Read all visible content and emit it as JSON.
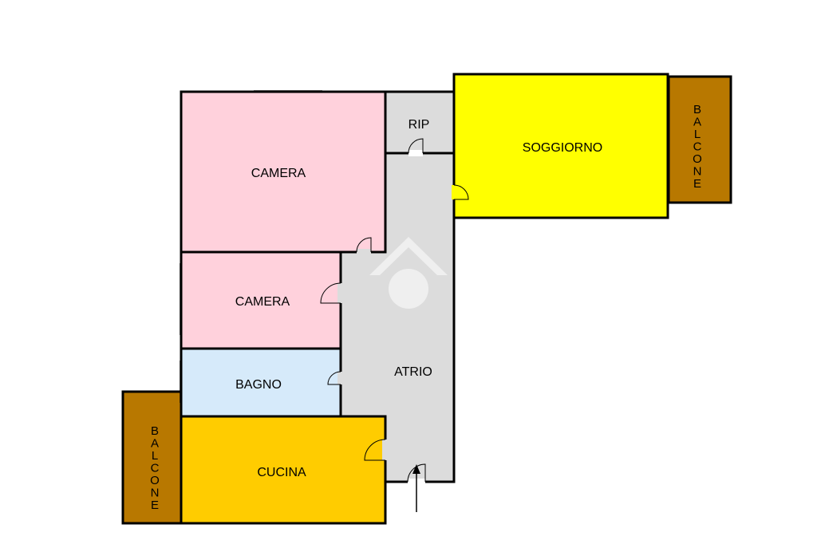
{
  "rooms": {
    "camera_large": {
      "label": "CAMERA",
      "color": "#FFD1DC"
    },
    "camera_small": {
      "label": "CAMERA",
      "color": "#FFD1DC"
    },
    "bagno": {
      "label": "BAGNO",
      "color": "#D6EAFA"
    },
    "cucina": {
      "label": "CUCINA",
      "color": "#FFCC00"
    },
    "atrio": {
      "label": "ATRIO",
      "color": "#DCDCDC"
    },
    "rip": {
      "label": "RIP",
      "color": "#DCDCDC"
    },
    "soggiorno": {
      "label": "SOGGIORNO",
      "color": "#FFFF00"
    },
    "balcone_right": {
      "letters": [
        "B",
        "A",
        "L",
        "C",
        "O",
        "N",
        "E"
      ],
      "color": "#B87800"
    },
    "balcone_left": {
      "letters": [
        "B",
        "A",
        "L",
        "C",
        "O",
        "N",
        "E"
      ],
      "color": "#B87800"
    }
  },
  "colors": {
    "wall": "#000000",
    "watermark": "#FFFFFF"
  }
}
